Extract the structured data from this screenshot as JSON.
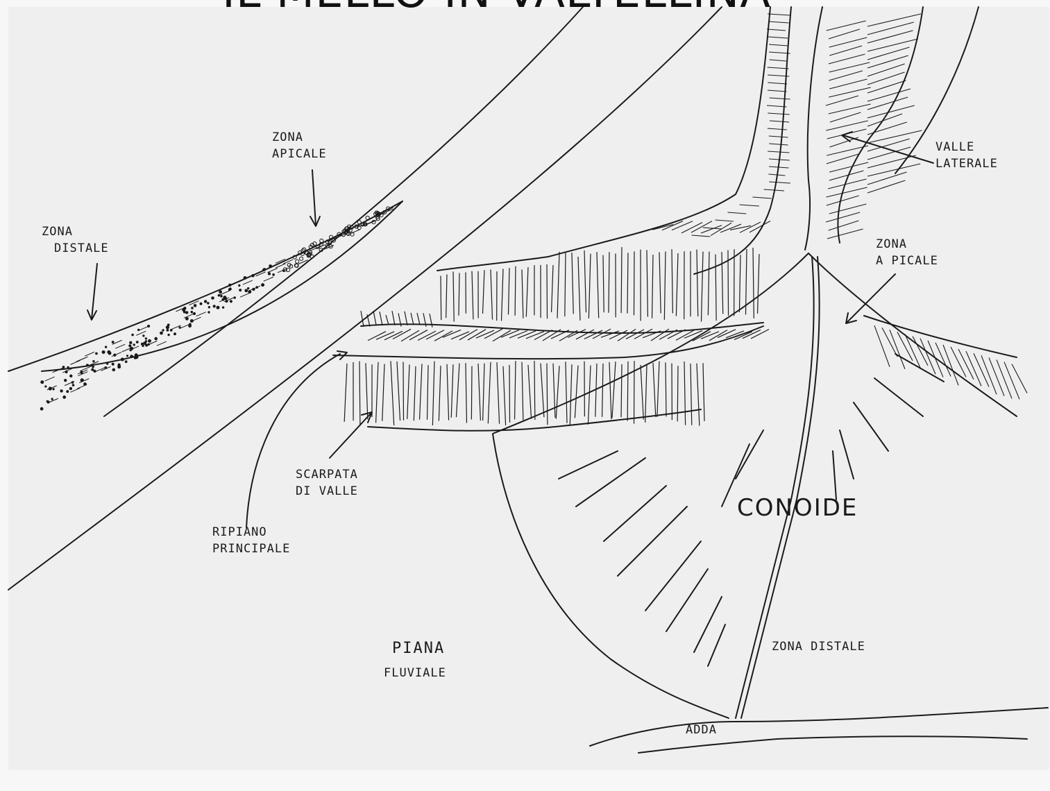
{
  "title": "IL MELLO IN VALTELLINA",
  "labels": {
    "zona_apicale_left_1": "ZONA",
    "zona_apicale_left_2": "APICALE",
    "zona_distale_left_1": "ZONA",
    "zona_distale_left_2": "DISTALE",
    "valle_laterale_1": "VALLE",
    "valle_laterale_2": "LATERALE",
    "zona_apicale_right_1": "ZONA",
    "zona_apicale_right_2": "A PICALE",
    "scarpata_1": "SCARPATA",
    "scarpata_2": "DI VALLE",
    "ripiano_1": "RIPIANO",
    "ripiano_2": "PRINCIPALE",
    "conoide": "CONOIDE",
    "piana_1": "PIANA",
    "piana_2": "FLUVIALE",
    "zona_distale_right": "ZONA DISTALE",
    "adda": "ADDA"
  },
  "colors": {
    "ink": "#1a1a1a",
    "paper": "#efefef",
    "background": "#f7f7f7"
  }
}
